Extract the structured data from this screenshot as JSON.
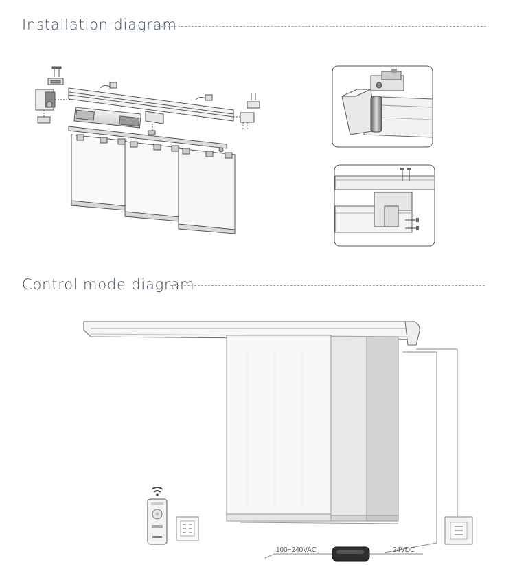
{
  "installation": {
    "title": "Installation diagram"
  },
  "control": {
    "title": "Control mode diagram",
    "ac_label": "100~240VAC",
    "dc_label": "24VDC"
  }
}
